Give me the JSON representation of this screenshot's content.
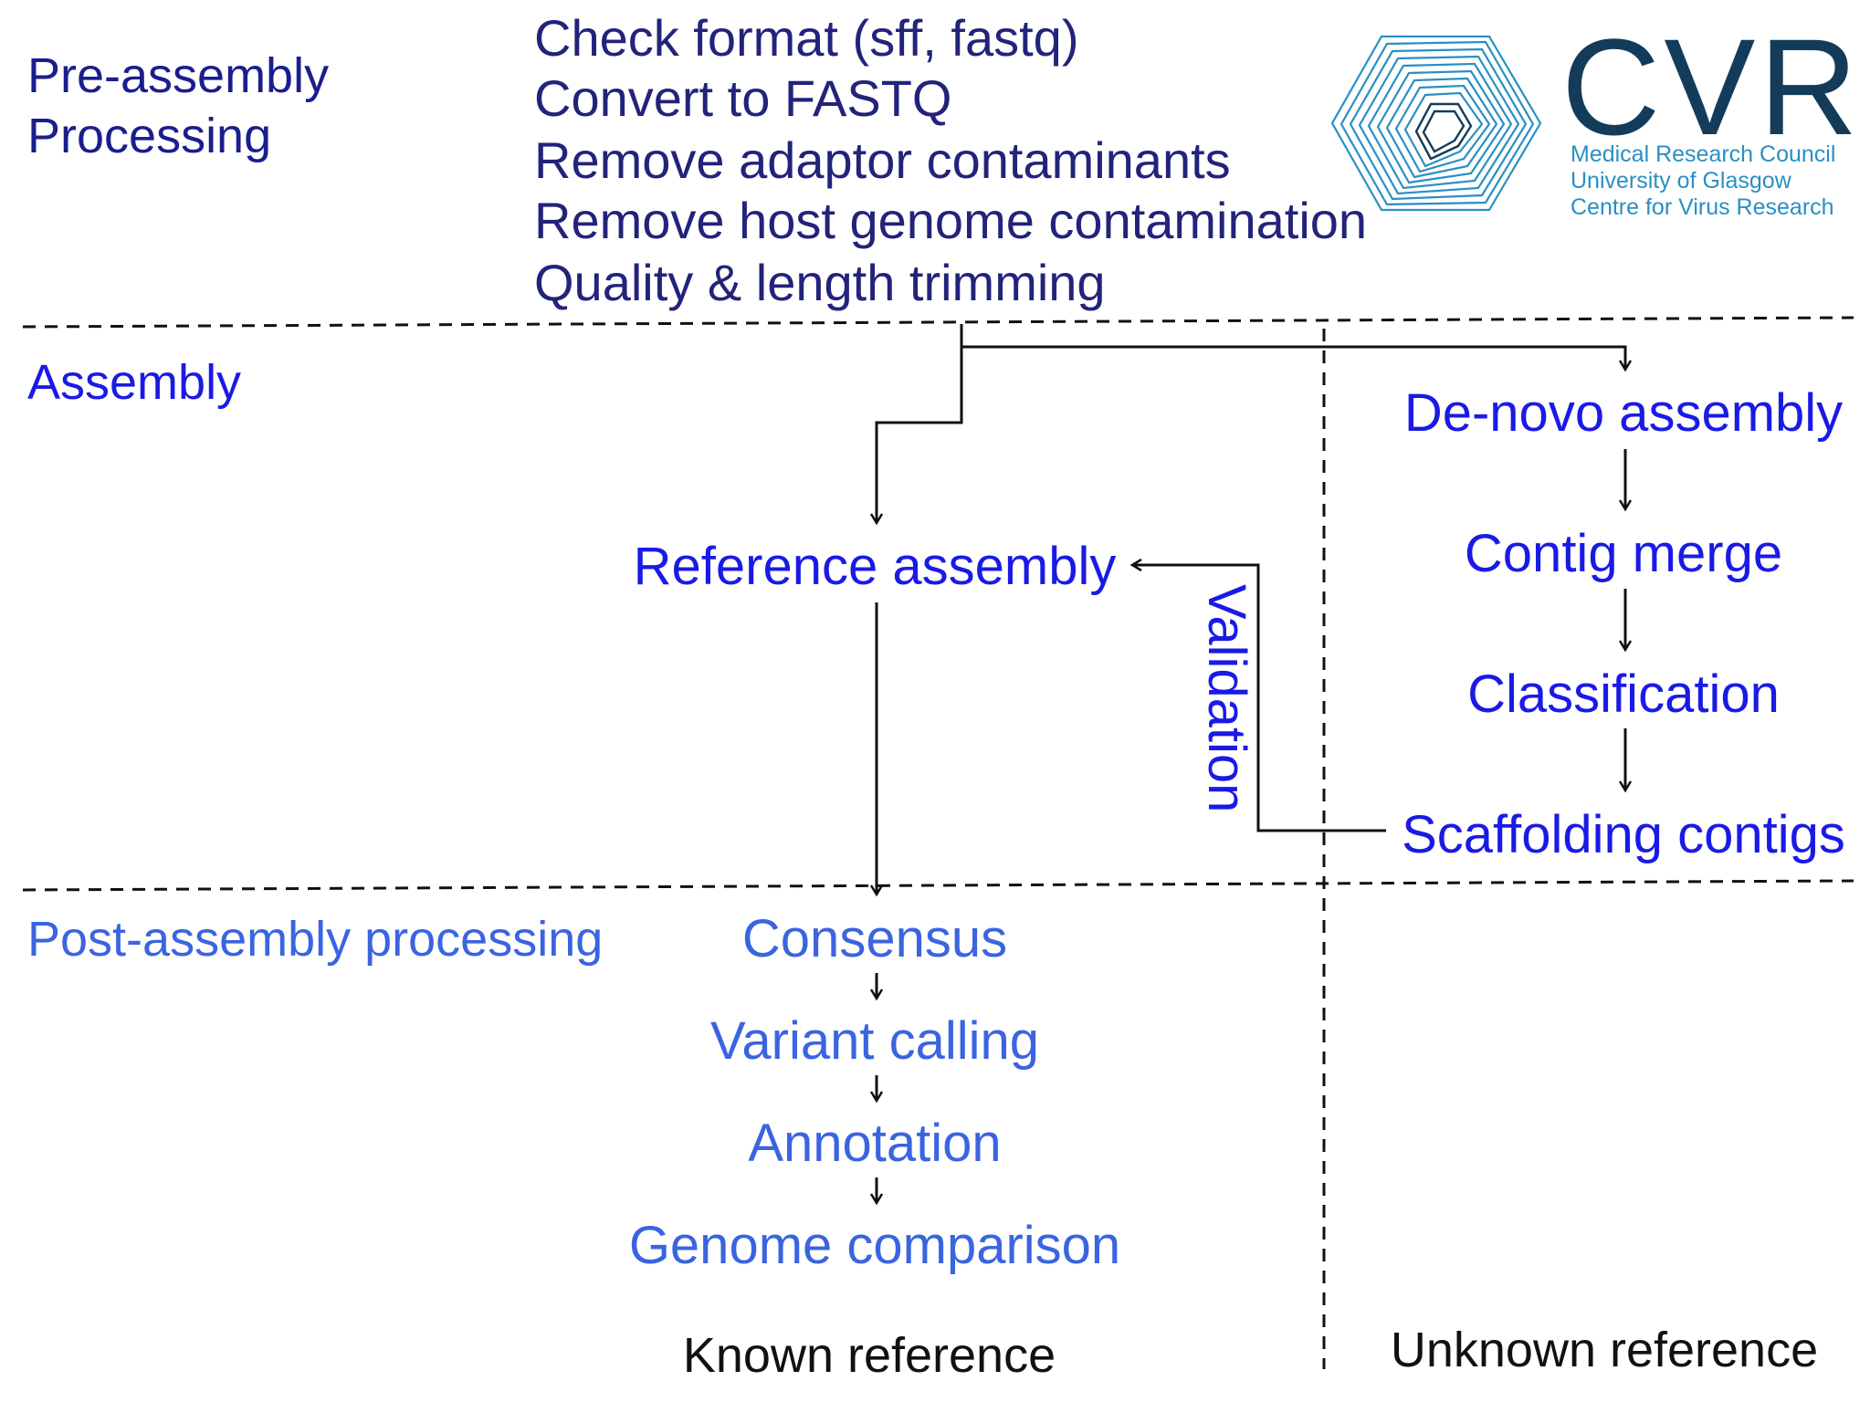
{
  "sections": {
    "pre_assembly": [
      "Pre-assembly",
      "Processing"
    ],
    "assembly": "Assembly",
    "post_assembly": "Post-assembly processing"
  },
  "pre_steps": [
    "Check format (sff, fastq)",
    "Convert to FASTQ",
    "Remove adaptor contaminants",
    "Remove host genome contamination",
    "Quality & length trimming"
  ],
  "logo": {
    "name": "CVR",
    "lines": [
      "Medical Research Council",
      "University of Glasgow",
      "Centre for Virus Research"
    ]
  },
  "known": {
    "reference_assembly": "Reference assembly",
    "post_steps": [
      "Consensus",
      "Variant calling",
      "Annotation",
      "Genome comparison"
    ],
    "label": "Known reference"
  },
  "unknown": {
    "steps": [
      "De-novo assembly",
      "Contig merge",
      "Classification",
      "Scaffolding contigs"
    ],
    "label": "Unknown reference"
  },
  "validation_label": "Validation",
  "colors": {
    "pre_section": "#1a1e8c",
    "assembly_blue": "#1a1ae6",
    "post_blue": "#3a64e0",
    "logo_dark": "#133c5a",
    "logo_light": "#2a8fc4"
  }
}
